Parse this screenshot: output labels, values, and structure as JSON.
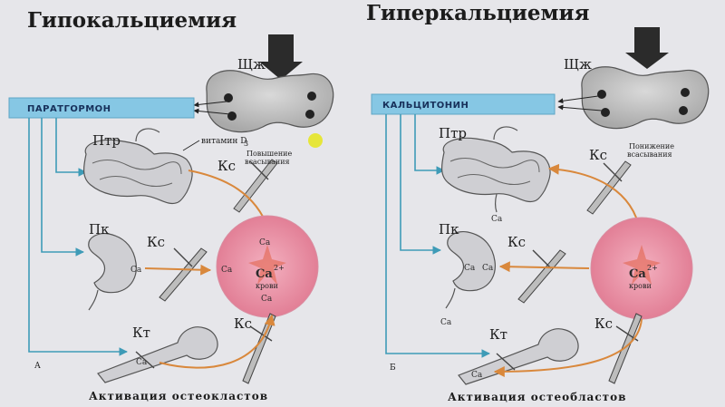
{
  "colors": {
    "background": "#e6e6ea",
    "hormone_box": "#86c7e4",
    "teal_line": "#3e9bb7",
    "orange_arrow": "#d9883c",
    "blood_pool": "#e98aa0",
    "highlight_dot": "#e6e63a"
  },
  "left": {
    "title": "Гипокальциемия",
    "gland_label": "Щж",
    "hormone": "ПАРАТГОРМОН",
    "intestine_label": "Птр",
    "vitamin_label": "витамин D",
    "vitamin_sub": "3",
    "bone1_label": "Кс",
    "bone1_note_line1": "Повышение",
    "bone1_note_line2": "всасывания",
    "kidney_label": "Пк",
    "kidney_ca": "Ca",
    "bone2_label": "Кс",
    "blood_ca": "Ca",
    "blood_super": "2+",
    "blood_caption": "крови",
    "blood_ca_top": "Ca",
    "blood_ca_left": "Ca",
    "blood_ca_bottom": "Ca",
    "bone_cell_label": "Кт",
    "bone3_label": "Кс",
    "bone_ca": "Ca",
    "panel_letter": "А",
    "caption": "Активация остеокластов"
  },
  "right": {
    "title": "Гиперкальциемия",
    "gland_label": "Щж",
    "hormone": "КАЛЬЦИТОНИН",
    "intestine_label": "Птр",
    "intestine_ca": "Ca",
    "bone1_label": "Кс",
    "bone1_note_line1": "Понижение",
    "bone1_note_line2": "всасывания",
    "kidney_label": "Пк",
    "kidney_ca1": "Ca",
    "kidney_ca2": "Ca",
    "kidney_ca_out": "Ca",
    "bone2_label": "Кс",
    "blood_ca": "Ca",
    "blood_super": "2+",
    "blood_caption": "крови",
    "bone_cell_label": "Кт",
    "bone3_label": "Кс",
    "bone_ca": "Ca",
    "panel_letter": "Б",
    "caption": "Активация остеобластов"
  }
}
